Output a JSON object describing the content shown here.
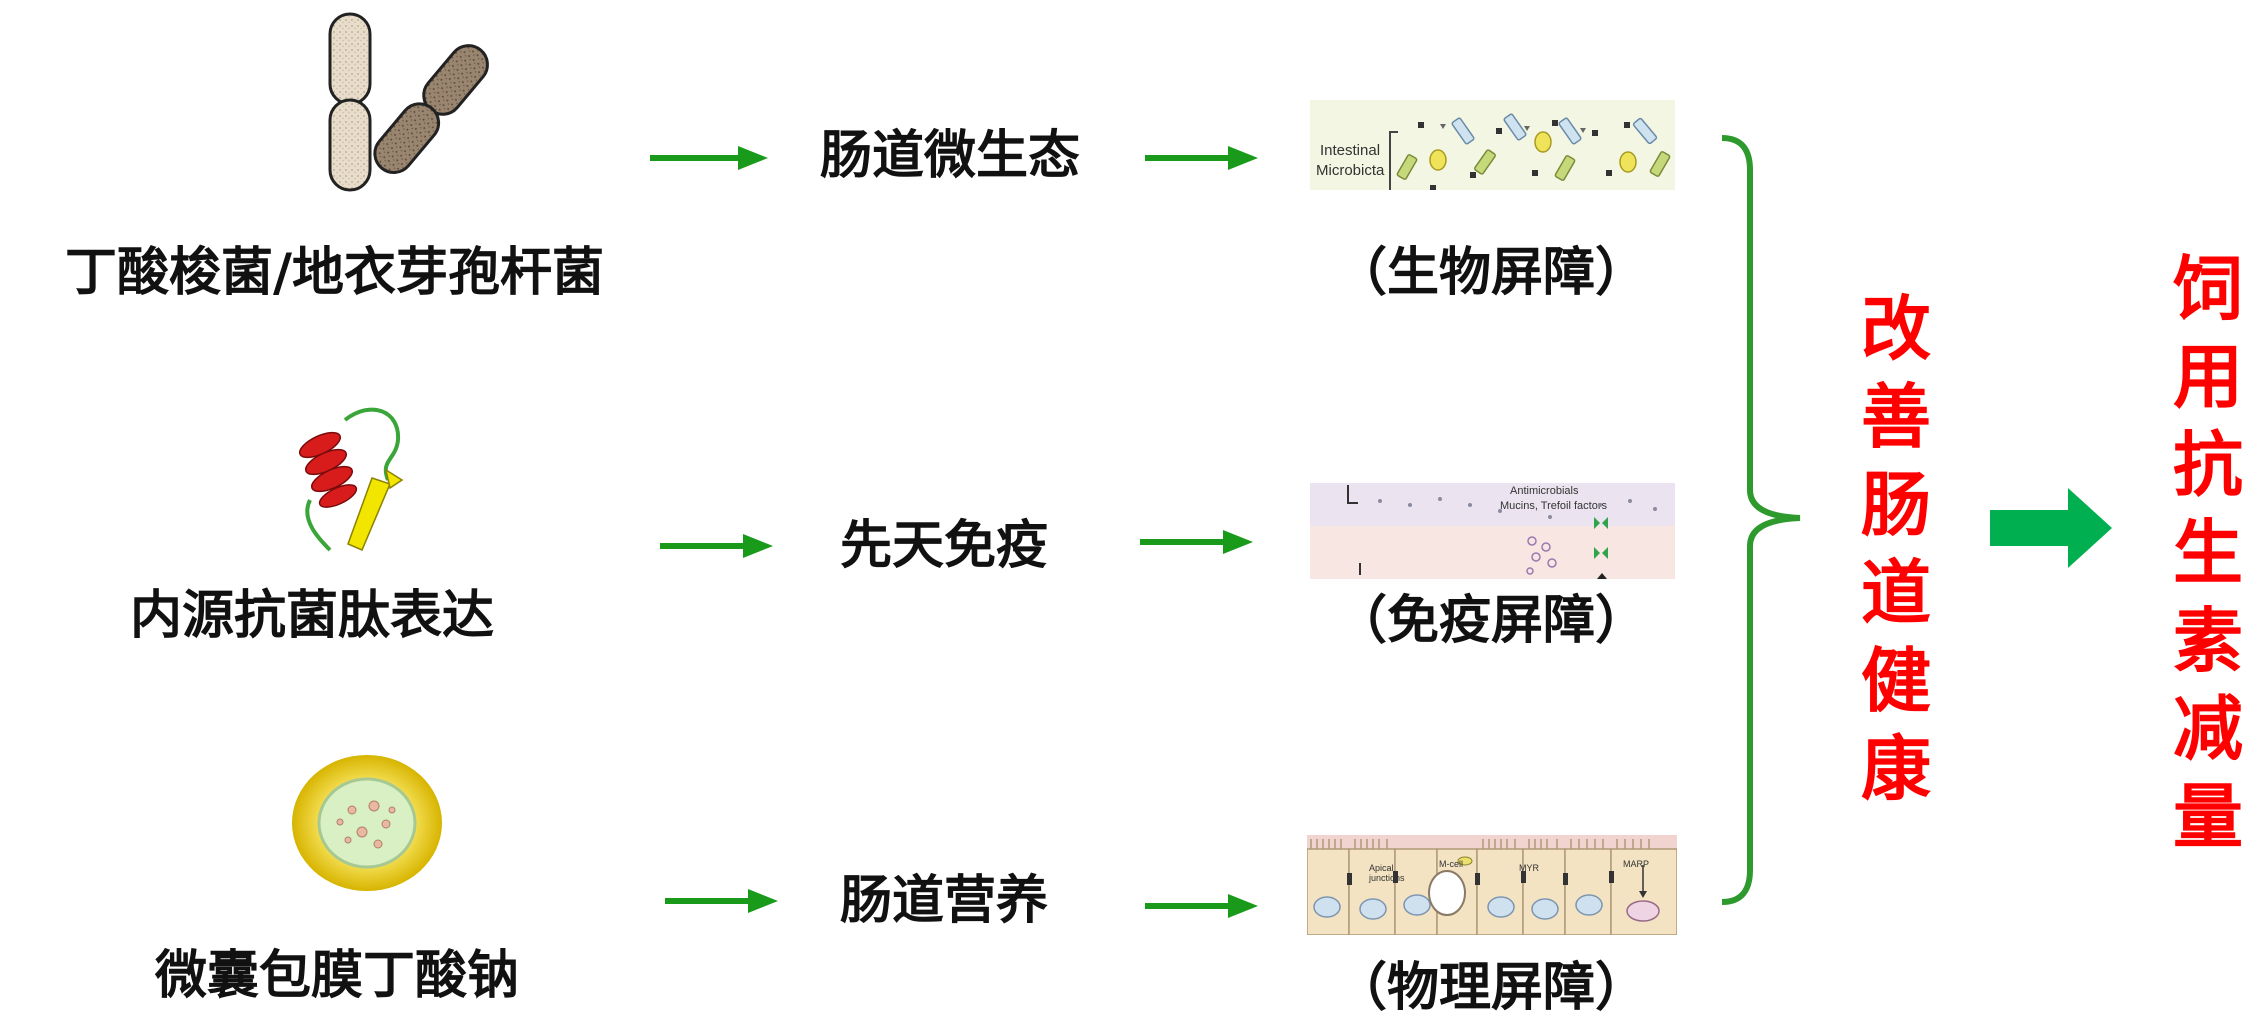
{
  "rows": [
    {
      "source": "丁酸梭菌/地衣芽孢杆菌",
      "mechanism": "肠道微生态",
      "barrier": "（生物屏障）"
    },
    {
      "source": "内源抗菌肽表达",
      "mechanism": "先天免疫",
      "barrier": "（免疫屏障）"
    },
    {
      "source": "微囊包膜丁酸钠",
      "mechanism": "肠道营养",
      "barrier": "（物理屏障）"
    }
  ],
  "panels": {
    "microbiota": {
      "line1": "Intestinal",
      "line2": "Microbicta"
    },
    "immune": {
      "line1": "Antimicrobials",
      "line2": "Mucins, Trefoil factors"
    },
    "physical": {
      "apical": "Apical junctions",
      "mcell": "M-cell",
      "mvr": "MYR",
      "marp": "MARP"
    }
  },
  "result": "改善肠道健康",
  "final": "饲用抗生素减量",
  "colors": {
    "arrow_green": "#1a9a1a",
    "big_arrow": "#00b050",
    "red_text": "#ff0000",
    "bracket": "#2e9a2e"
  }
}
